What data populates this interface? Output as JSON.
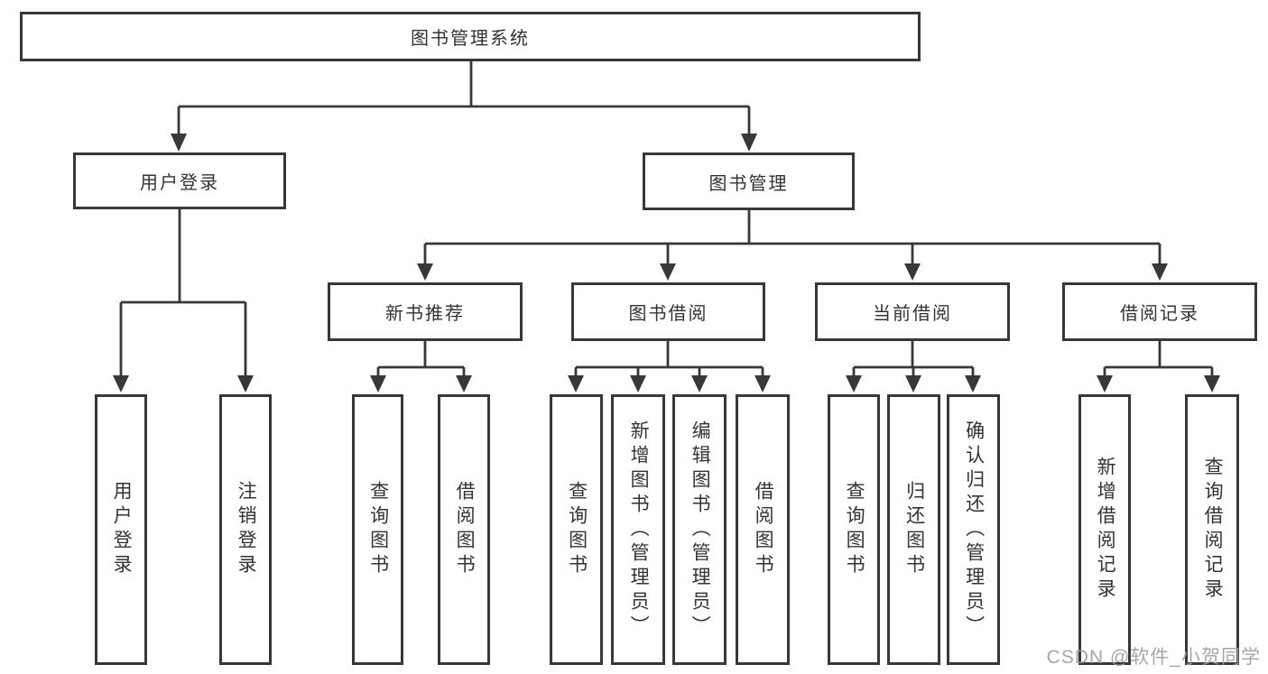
{
  "diagram": {
    "type": "hierarchy-tree",
    "tree": {
      "root": {
        "label": "图书管理系统",
        "children": [
          {
            "label": "用户登录",
            "children": [
              {
                "label": "用户登录"
              },
              {
                "label": "注销登录"
              }
            ]
          },
          {
            "label": "图书管理",
            "children": [
              {
                "label": "新书推荐",
                "children": [
                  {
                    "label": "查询图书"
                  },
                  {
                    "label": "借阅图书"
                  }
                ]
              },
              {
                "label": "图书借阅",
                "children": [
                  {
                    "label": "查询图书"
                  },
                  {
                    "label": "新增图书（管理员）"
                  },
                  {
                    "label": "编辑图书（管理员）"
                  },
                  {
                    "label": "借阅图书"
                  }
                ]
              },
              {
                "label": "当前借阅",
                "children": [
                  {
                    "label": "查询图书"
                  },
                  {
                    "label": "归还图书"
                  },
                  {
                    "label": "确认归还（管理员）"
                  }
                ]
              },
              {
                "label": "借阅记录",
                "children": [
                  {
                    "label": "新增借阅记录"
                  },
                  {
                    "label": "查询借阅记录"
                  }
                ]
              }
            ]
          }
        ]
      }
    }
  },
  "watermark": {
    "text": "CSDN @软件_小贺同学"
  },
  "colors": {
    "line": "#383838",
    "text": "#333333",
    "watermark": "#9d9d9d",
    "background": "#ffffff"
  }
}
